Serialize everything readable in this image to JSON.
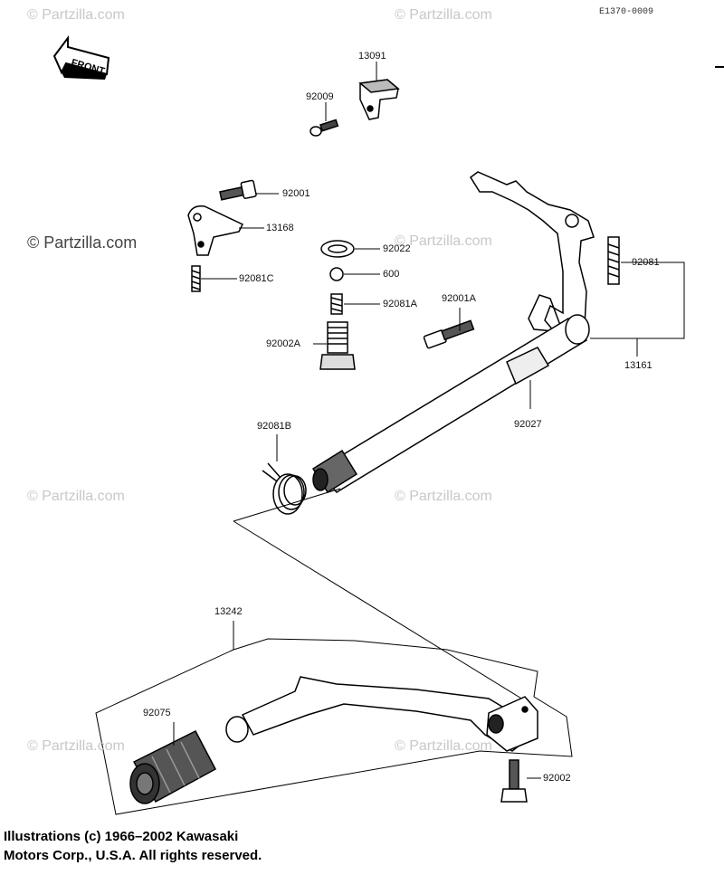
{
  "reference_code": "E1370-0009",
  "front_label": "FRONT",
  "watermark": "© Partzilla.com",
  "copyright_lines": [
    "Illustrations (c) 1966–2002 Kawasaki",
    "Motors Corp., U.S.A.  All rights reserved."
  ],
  "parts": {
    "p13091": "13091",
    "p92009": "92009",
    "p92001": "92001",
    "p13168": "13168",
    "p92022": "92022",
    "p600": "600",
    "p92081C": "92081C",
    "p92081A": "92081A",
    "p92001A": "92001A",
    "p92002A": "92002A",
    "p92081": "92081",
    "p13161": "13161",
    "p92027": "92027",
    "p92081B": "92081B",
    "p13242": "13242",
    "p92075": "92075",
    "p92002": "92002"
  }
}
